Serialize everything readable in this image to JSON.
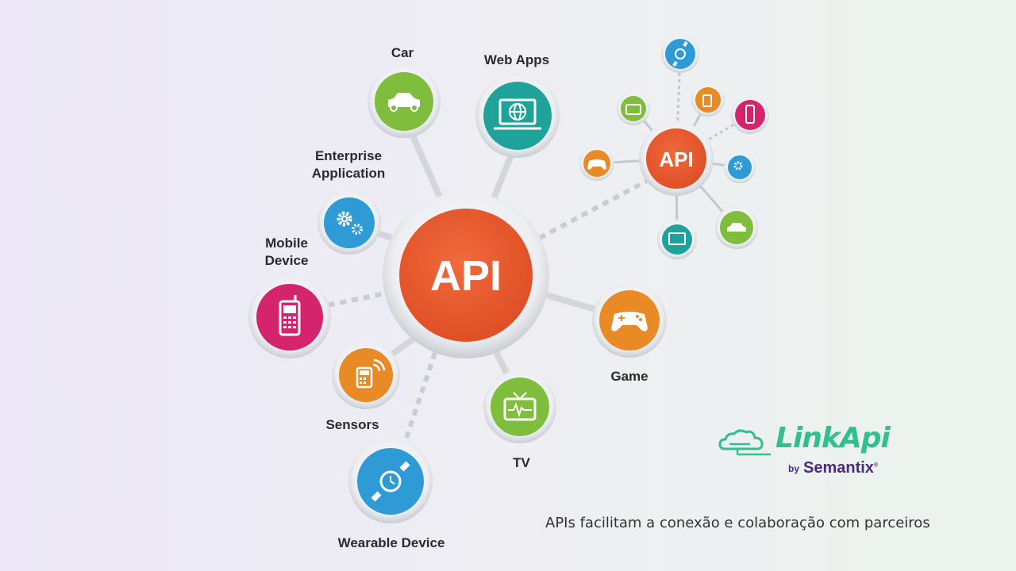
{
  "hub_label": "API",
  "mini_hub_label": "API",
  "nodes": {
    "car": {
      "label": "Car",
      "color": "#7fbd3c"
    },
    "web_apps": {
      "label": "Web Apps",
      "color": "#1ea29a"
    },
    "enterprise_line1": "Enterprise",
    "enterprise_line2": "Application",
    "enterprise_color": "#2f9bd6",
    "mobile_line1": "Mobile",
    "mobile_line2": "Device",
    "mobile_color": "#d5246e",
    "sensors": {
      "label": "Sensors",
      "color": "#e88a26"
    },
    "wearable": {
      "label": "Wearable Device",
      "color": "#2f9bd6"
    },
    "tv": {
      "label": "TV",
      "color": "#7fbd3c"
    },
    "game": {
      "label": "Game",
      "color": "#e88a26"
    }
  },
  "colors": {
    "hub": "#e8552c"
  },
  "brand": {
    "name": "LinkApi",
    "by": "by",
    "company": "Semantix",
    "mark": "®"
  },
  "caption": "APIs facilitam a conexão e colaboração com parceiros"
}
